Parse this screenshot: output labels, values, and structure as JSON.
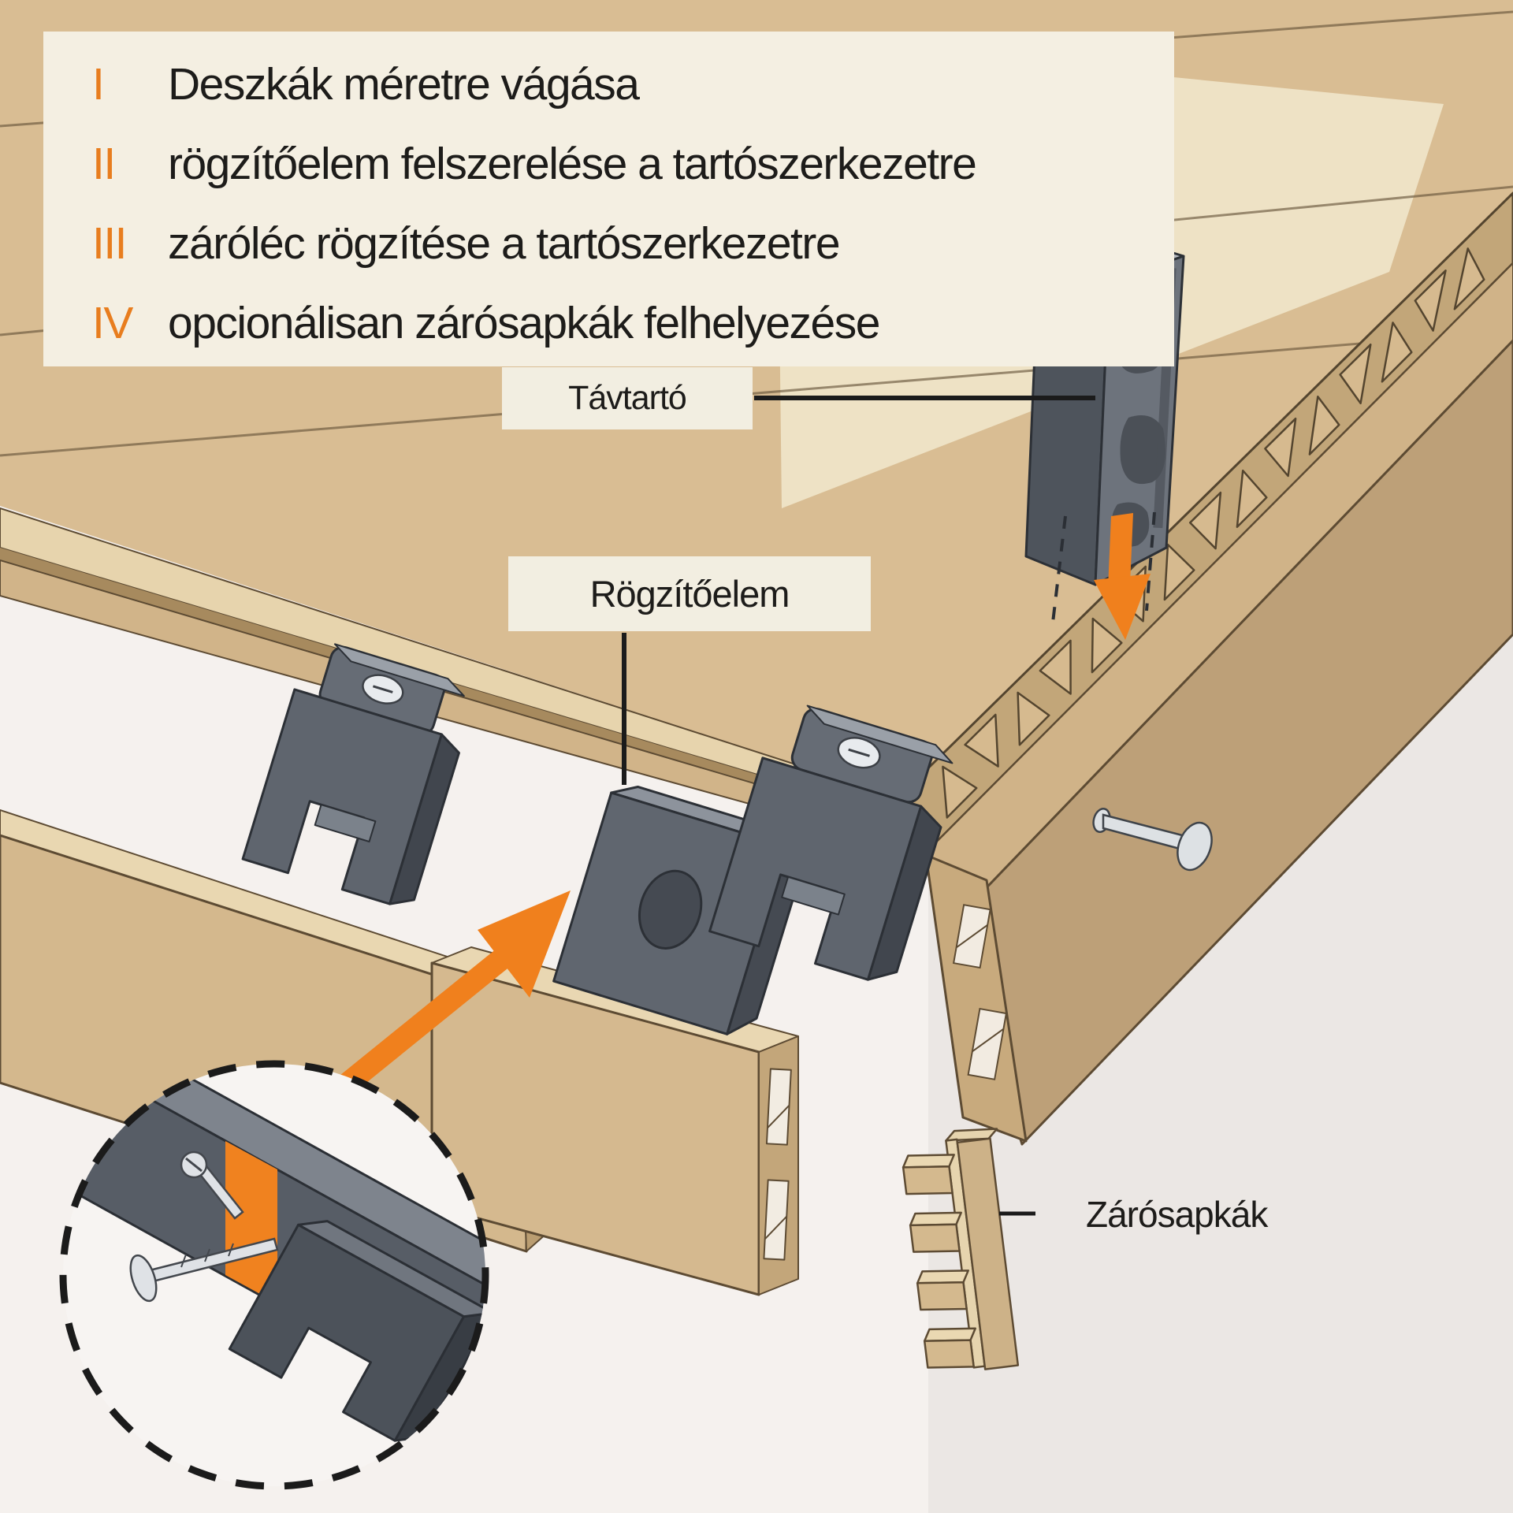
{
  "instructions": {
    "items": [
      {
        "numeral": "I",
        "text": "Deszkák méretre vágása"
      },
      {
        "numeral": "II",
        "text": "rögzítőelem felszerelése a tartószerkezetre"
      },
      {
        "numeral": "III",
        "text": "záróléc rögzítése a tartószerkezetre"
      },
      {
        "numeral": "IV",
        "text": "opcionálisan zárósapkák felhelyezése"
      }
    ]
  },
  "labels": {
    "spacer": "Távtartó",
    "fastener": "Rögzítőelem",
    "end_caps": "Zárósapkák"
  },
  "colors": {
    "accent_orange": "#f0801d",
    "numeral_orange": "#e87d1e",
    "deck_wood": "#d9bd93",
    "deck_highlight": "#eee2c5",
    "panel_cream": "#f4efe2",
    "label_cream": "#f2eee1",
    "wood_dark_edge": "#bda078",
    "hardware_gray": "#60666f",
    "outline_dark": "#1b1b1b"
  },
  "icons": {
    "clip_insert_arrow": "orange diagonal arrow pointing up-right at fastener clip",
    "spacer_insert_arrow": "orange arrow pointing down onto deck edge",
    "detail_magnifier": "dashed circle zoom detail"
  }
}
